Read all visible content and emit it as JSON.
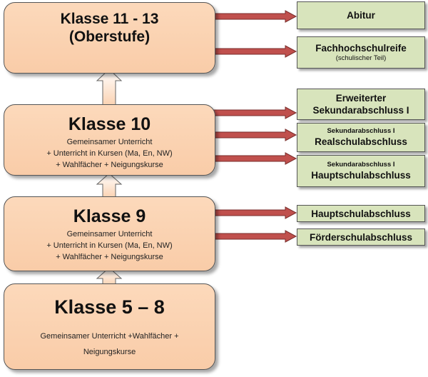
{
  "diagram": {
    "colors": {
      "stage_fill": "#fcd9bb",
      "outcome_fill": "#d8e4bc",
      "arrow_red": "#c0504d",
      "up_arrow": "#fde9d9"
    },
    "stages": [
      {
        "id": "klasse-11-13",
        "title_line1": "Klasse 11 - 13",
        "title_line2": "(Oberstufe)"
      },
      {
        "id": "klasse-10",
        "title": "Klasse 10",
        "desc": [
          "Gemeinsamer Unterricht",
          "+ Unterricht in Kursen (Ma, En, NW)",
          "+ Wahlfächer + Neigungskurse"
        ]
      },
      {
        "id": "klasse-9",
        "title": "Klasse 9",
        "desc": [
          "Gemeinsamer Unterricht",
          "+ Unterricht in Kursen (Ma, En, NW)",
          "+ Wahlfächer + Neigungskurse"
        ]
      },
      {
        "id": "klasse-5-8",
        "title": "Klasse 5 – 8",
        "desc": [
          "Gemeinsamer Unterricht +Wahlfächer +",
          "Neigungskurse"
        ]
      }
    ],
    "outcomes": [
      {
        "from": "klasse-11-13",
        "main": "Abitur"
      },
      {
        "from": "klasse-11-13",
        "main": "Fachhochschulreife",
        "sub": "(schulischer Teil)"
      },
      {
        "from": "klasse-10",
        "line1": "Erweiterter",
        "line2": "Sekundarabschluss I"
      },
      {
        "from": "klasse-10",
        "pre": "Sekundarabschluss I",
        "main": "Realschulabschluss"
      },
      {
        "from": "klasse-10",
        "pre": "Sekundarabschluss I",
        "main": "Hauptschulabschluss"
      },
      {
        "from": "klasse-9",
        "main": "Hauptschulabschluss"
      },
      {
        "from": "klasse-9",
        "main": "Förderschulabschluss"
      }
    ]
  }
}
